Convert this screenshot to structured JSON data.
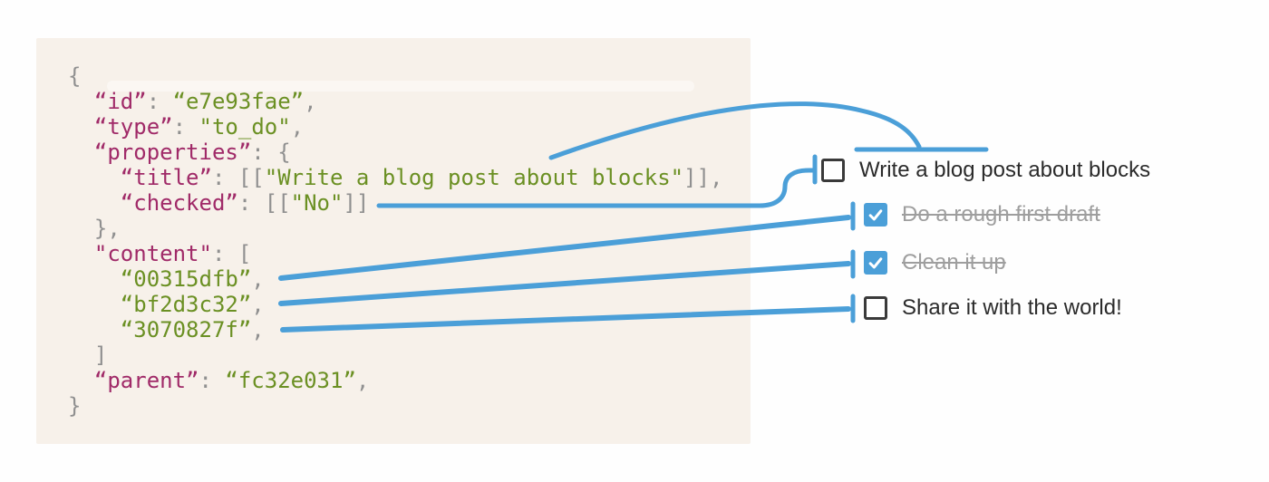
{
  "colors": {
    "page_bg": "#fefefe",
    "panel_bg": "#f7f1ea",
    "code_key": "#a02a68",
    "code_string": "#6b9023",
    "code_punct": "#909090",
    "connector_blue": "#4B9FD8",
    "todo_text": "#2b2b2b",
    "todo_done_text": "#9e9e9e",
    "checkbox_border": "#3a3a3a",
    "checkbox_checked_bg": "#4B9FD8"
  },
  "code": {
    "lines": [
      [
        [
          "p",
          "{"
        ]
      ],
      [
        [
          "p",
          "  "
        ],
        [
          "k",
          "“id”"
        ],
        [
          "p",
          ": "
        ],
        [
          "s",
          "“e7e93fae”"
        ],
        [
          "p",
          ","
        ]
      ],
      [
        [
          "p",
          "  "
        ],
        [
          "k",
          "“type”"
        ],
        [
          "p",
          ": "
        ],
        [
          "s",
          "\"to_do\""
        ],
        [
          "p",
          ","
        ]
      ],
      [
        [
          "p",
          "  "
        ],
        [
          "k",
          "“properties”"
        ],
        [
          "p",
          ": {"
        ]
      ],
      [
        [
          "p",
          "    "
        ],
        [
          "k",
          "“title”"
        ],
        [
          "p",
          ": [["
        ],
        [
          "s",
          "\"Write a blog post about blocks\""
        ],
        [
          "p",
          "]],"
        ]
      ],
      [
        [
          "p",
          "    "
        ],
        [
          "k",
          "“checked”"
        ],
        [
          "p",
          ": [["
        ],
        [
          "s",
          "\"No\""
        ],
        [
          "p",
          "]]"
        ]
      ],
      [
        [
          "p",
          "  },"
        ]
      ],
      [
        [
          "p",
          "  "
        ],
        [
          "k",
          "\"content\""
        ],
        [
          "p",
          ": ["
        ]
      ],
      [
        [
          "p",
          "    "
        ],
        [
          "s",
          "“00315dfb”"
        ],
        [
          "p",
          ","
        ]
      ],
      [
        [
          "p",
          "    "
        ],
        [
          "s",
          "“bf2d3c32”"
        ],
        [
          "p",
          ","
        ]
      ],
      [
        [
          "p",
          "    "
        ],
        [
          "s",
          "“3070827f”"
        ],
        [
          "p",
          ","
        ]
      ],
      [
        [
          "p",
          "  ]"
        ]
      ],
      [
        [
          "p",
          "  "
        ],
        [
          "k",
          "“parent”"
        ],
        [
          "p",
          ": "
        ],
        [
          "s",
          "“fc32e031”"
        ],
        [
          "p",
          ","
        ]
      ],
      [
        [
          "p",
          "}"
        ]
      ]
    ]
  },
  "todo_list": {
    "items": [
      {
        "label": "Write a blog post about blocks",
        "checked": false,
        "indent": 0
      },
      {
        "label": "Do a rough first draft",
        "checked": true,
        "indent": 1
      },
      {
        "label": "Clean it up",
        "checked": true,
        "indent": 1
      },
      {
        "label": "Share it with the world!",
        "checked": false,
        "indent": 1
      }
    ]
  },
  "connectors": [
    {
      "from": "title value",
      "to": "parent to-do label"
    },
    {
      "from": "checked value",
      "to": "parent to-do checkbox"
    },
    {
      "from": "content id 00315dfb",
      "to": "child to-do 1"
    },
    {
      "from": "content id bf2d3c32",
      "to": "child to-do 2"
    },
    {
      "from": "content id 3070827f",
      "to": "child to-do 3"
    }
  ]
}
